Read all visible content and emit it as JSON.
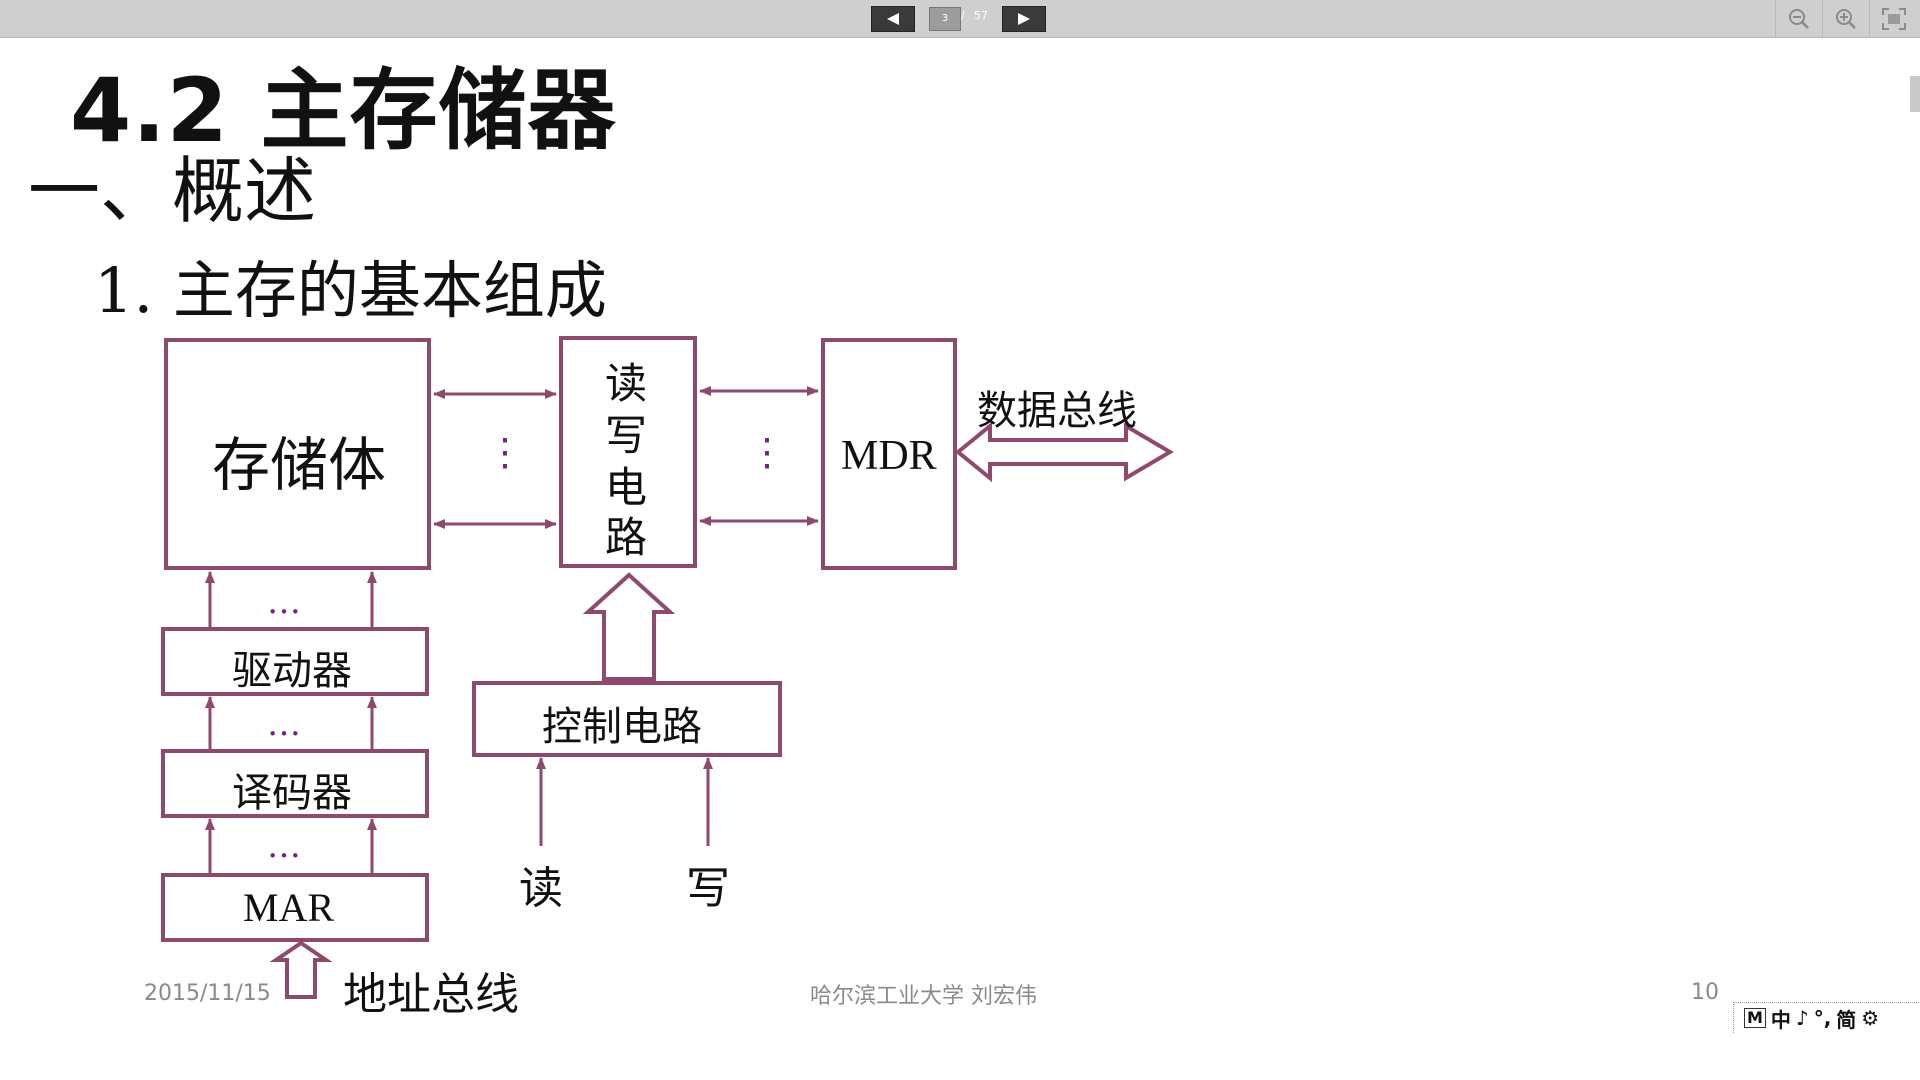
{
  "toolbar": {
    "page_current": "3",
    "page_sep": "/",
    "page_total": "57",
    "prev_icon": "triangle-left-icon",
    "next_icon": "triangle-right-icon",
    "zoom_out_icon": "zoom-out-icon",
    "zoom_in_icon": "zoom-in-icon",
    "fullscreen_icon": "fullscreen-icon"
  },
  "slide": {
    "title": "4.2 主存储器",
    "section": "一、概述",
    "subsection": "1.  主存的基本组成"
  },
  "diagram": {
    "storage": "存储体",
    "rw_circuit": [
      "读",
      "写",
      "电",
      "路"
    ],
    "mdr": "MDR",
    "data_bus": "数据总线",
    "driver": "驱动器",
    "decoder": "译码器",
    "mar": "MAR",
    "address_bus": "地址总线",
    "control": "控制电路",
    "read": "读",
    "write": "写",
    "vdots": "⋮",
    "hdots": "…"
  },
  "footer": {
    "date": "2015/11/15",
    "author": "哈尔滨工业大学  刘宏伟",
    "page": "10"
  },
  "ime": {
    "mode": "M",
    "items": [
      "中",
      "♪",
      "°,",
      "简",
      "⚙"
    ]
  },
  "colors": {
    "box_stroke": "#8e4a6e",
    "dots": "#7a1e86",
    "toolbar_bg": "#cfcfcf"
  }
}
